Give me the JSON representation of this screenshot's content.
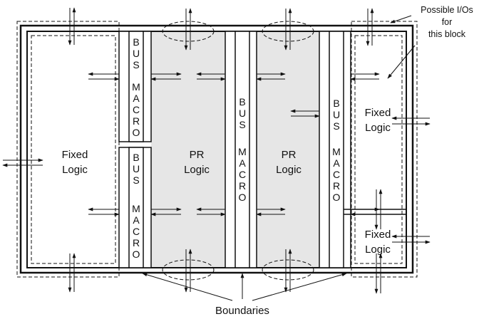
{
  "diagram": {
    "labels": {
      "fixed_left_line1": "Fixed",
      "fixed_left_line2": "Logic",
      "pr_left_line1": "PR",
      "pr_left_line2": "Logic",
      "pr_right_line1": "PR",
      "pr_right_line2": "Logic",
      "fixed_top_right_line1": "Fixed",
      "fixed_top_right_line2": "Logic",
      "fixed_bottom_right_line1": "Fixed",
      "fixed_bottom_right_line2": "Logic",
      "boundaries": "Boundaries",
      "possible_ios_line1": "Possible I/Os",
      "possible_ios_line2": "for",
      "possible_ios_line3": "this block"
    },
    "bus_macro_letters": [
      "B",
      "U",
      "S",
      "M",
      "A",
      "C",
      "R",
      "O"
    ],
    "colors": {
      "pr_fill": "#e6e6e6",
      "stroke": "#111111",
      "background": "#ffffff"
    }
  }
}
